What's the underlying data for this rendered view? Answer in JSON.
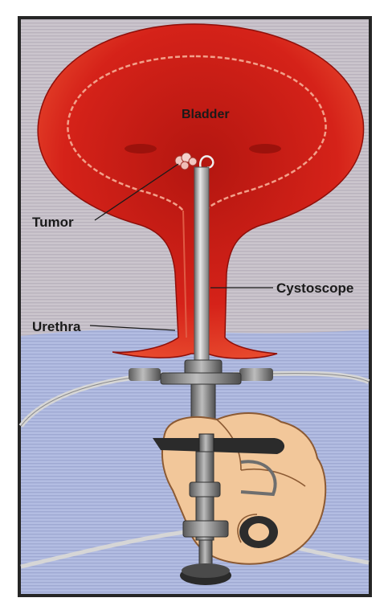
{
  "labels": {
    "bladder": "Bladder",
    "tumor": "Tumor",
    "cystoscope": "Cystoscope",
    "urethra": "Urethra"
  },
  "colors": {
    "bladder_red": "#d9241c",
    "bladder_dark": "#a8140f",
    "background_upper": "#c9c3cc",
    "background_lower": "#aeb8de",
    "skin": "#f3c99a",
    "metal": "#8f8f8f",
    "text": "#1a1a1a"
  }
}
